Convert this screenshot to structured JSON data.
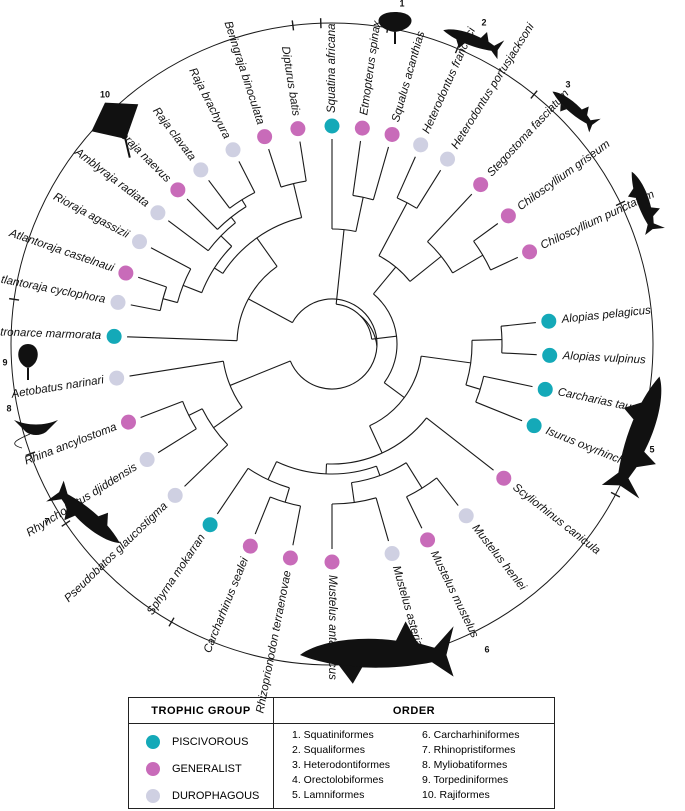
{
  "colors": {
    "piscivorous": "#14a9b8",
    "generalist": "#c86bb9",
    "durophagous": "#cfd0e2",
    "line": "#1a1a1a",
    "silhouette": "#111111"
  },
  "species": [
    {
      "name": "Squatina africana",
      "group": "piscivorous"
    },
    {
      "name": "Etmopterus spinax",
      "group": "generalist"
    },
    {
      "name": "Squalus acanthias",
      "group": "generalist"
    },
    {
      "name": "Heterodontus francisci",
      "group": "durophagous"
    },
    {
      "name": "Heterodontus portusjacksoni",
      "group": "durophagous"
    },
    {
      "name": "Stegostoma fasciatum",
      "group": "generalist"
    },
    {
      "name": "Chiloscyllium griseum",
      "group": "generalist"
    },
    {
      "name": "Chiloscyllium punctatum",
      "group": "generalist"
    },
    {
      "name": "Alopias pelagicus",
      "group": "piscivorous"
    },
    {
      "name": "Alopias vulpinus",
      "group": "piscivorous"
    },
    {
      "name": "Carcharias taurus",
      "group": "piscivorous"
    },
    {
      "name": "Isurus oxyrhinchus",
      "group": "piscivorous"
    },
    {
      "name": "Scyliorhinus canicula",
      "group": "generalist"
    },
    {
      "name": "Mustelus henlei",
      "group": "durophagous"
    },
    {
      "name": "Mustelus mustelus",
      "group": "generalist"
    },
    {
      "name": "Mustelus asterias",
      "group": "durophagous"
    },
    {
      "name": "Mustelus antarcticus",
      "group": "generalist"
    },
    {
      "name": "Rhizoprionodon terraenovae",
      "group": "generalist"
    },
    {
      "name": "Carcharhinus sealei",
      "group": "generalist"
    },
    {
      "name": "Sphyrna mokarran",
      "group": "piscivorous"
    },
    {
      "name": "Pseudobatos glaucostigma",
      "group": "durophagous"
    },
    {
      "name": "Rhynchobatus djiddensis",
      "group": "durophagous"
    },
    {
      "name": "Rhina ancylostoma",
      "group": "generalist"
    },
    {
      "name": "Aetobatus narinari",
      "group": "durophagous"
    },
    {
      "name": "Tetronarce marmorata",
      "group": "piscivorous"
    },
    {
      "name": "Atlantoraja cyclophora",
      "group": "durophagous"
    },
    {
      "name": "Atlantoraja castelnaui",
      "group": "generalist"
    },
    {
      "name": "Rioraja agassizii",
      "group": "durophagous"
    },
    {
      "name": "Amblyraja radiata",
      "group": "durophagous"
    },
    {
      "name": "Leucoraja naevus",
      "group": "generalist"
    },
    {
      "name": "Raja clavata",
      "group": "durophagous"
    },
    {
      "name": "Raja brachyura",
      "group": "durophagous"
    },
    {
      "name": "Beringraja binoculata",
      "group": "generalist"
    },
    {
      "name": "Dipturus batis",
      "group": "generalist"
    }
  ],
  "order_markers": [
    "1",
    "2",
    "3",
    "4",
    "5",
    "6",
    "7",
    "8",
    "9",
    "10"
  ],
  "legend": {
    "trophic_header": "TROPHIC GROUP",
    "order_header": "ORDER",
    "trophic_groups": [
      {
        "label": "PISCIVOROUS",
        "color": "#14a9b8"
      },
      {
        "label": "GENERALIST",
        "color": "#c86bb9"
      },
      {
        "label": "DUROPHAGOUS",
        "color": "#cfd0e2"
      }
    ],
    "orders": [
      "1. Squatiniformes",
      "6. Carcharhiniformes",
      "2. Squaliformes",
      "7. Rhinopristiformes",
      "3. Heterodontiformes",
      "8. Myliobatiformes",
      "4. Orectolobiformes",
      "9. Torpediniformes",
      "5. Lamniformes",
      "10. Rajiformes"
    ]
  }
}
